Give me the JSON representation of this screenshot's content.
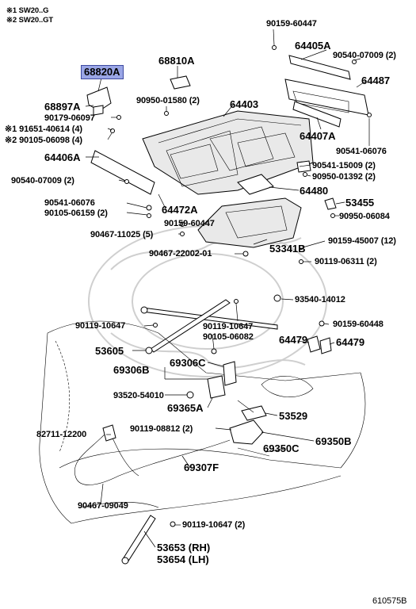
{
  "notes": [
    {
      "key": "※1",
      "text": "SW20..G"
    },
    {
      "key": "※2",
      "text": "SW20..GT"
    }
  ],
  "highlight_part": "68820A",
  "labels": {
    "p68820A": "68820A",
    "p68810A": "68810A",
    "p64403": "64403",
    "p90159_60447_top": "90159-60447",
    "p64405A": "64405A",
    "p90540_07009_tr": "90540-07009 (2)",
    "p64487": "64487",
    "p68897A": "68897A",
    "p90179_06097": "90179-06097",
    "p91651_40614": "※1 91651-40614 (4)",
    "p90105_06098": "※2 90105-06098 (4)",
    "p90950_01580": "90950-01580 (2)",
    "p64407A": "64407A",
    "p90541_06076_r": "90541-06076",
    "p64406A": "64406A",
    "p90541_15009": "90541-15009 (2)",
    "p90950_01392": "90950-01392 (2)",
    "p90540_07009_l": "90540-07009 (2)",
    "p64480": "64480",
    "p90541_06076_l": "90541-06076",
    "p90105_06159": "90105-06159 (2)",
    "p64472A": "64472A",
    "p53455": "53455",
    "p90950_06084": "90950-06084",
    "p90159_60447_mid": "90159-60447",
    "p90467_11025": "90467-11025 (5)",
    "p90159_45007": "90159-45007 (12)",
    "p90467_22002": "90467-22002-01",
    "p53341B": "53341B",
    "p90119_06311": "90119-06311 (2)",
    "p93540_14012": "93540-14012",
    "p90119_10647_l": "90119-10647",
    "p90119_10647_m": "90119-10647",
    "p90159_60448": "90159-60448",
    "p90105_06082": "90105-06082",
    "p64479_a": "64479",
    "p64479_b": "64479",
    "p53605": "53605",
    "p69306C": "69306C",
    "p69306B": "69306B",
    "p93520_54010": "93520-54010",
    "p69365A": "69365A",
    "p53529": "53529",
    "p90119_08812": "90119-08812 (2)",
    "p69350B": "69350B",
    "p82711_12200": "82711-12200",
    "p69350C": "69350C",
    "p69307F": "69307F",
    "p90467_09049": "90467-09049",
    "p90119_10647_b": "90119-10647 (2)",
    "p53653": "53653 (RH)",
    "p53654": "53654 (LH)",
    "diagram_id": "610575B"
  }
}
